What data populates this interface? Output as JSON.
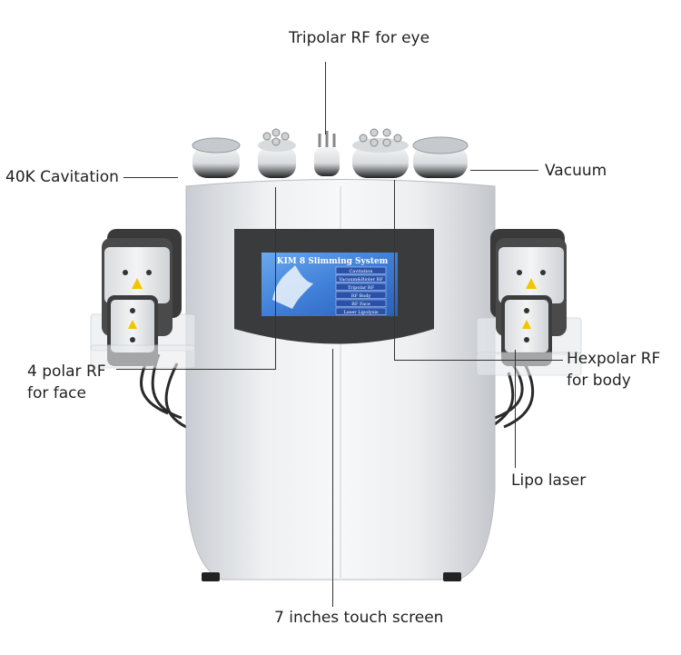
{
  "callouts": {
    "tripolar": "Tripolar RF for eye",
    "cavitation": "40K Cavitation",
    "vacuum": "Vacuum",
    "fourpolar_1": "4  polar RF",
    "fourpolar_2": "for face",
    "hexpolar_1": "Hexpolar RF",
    "hexpolar_2": "for body",
    "lipo": "Lipo laser",
    "screen": "7 inches touch screen"
  },
  "screen": {
    "title": "KIM 8 Slimming System",
    "menu": [
      "Cavitation",
      "Vacuum&Bioler RF",
      "Tripolar RF",
      "RF Body",
      "RF Face",
      "Laser Lipolysis"
    ]
  },
  "colors": {
    "body": "#e7e9ec",
    "screen_bezel": "#3a3b3d",
    "screen_bg": "#3f7fd8",
    "menu_button": "#2a50a8",
    "laser_frame": "#c9cdd2"
  }
}
